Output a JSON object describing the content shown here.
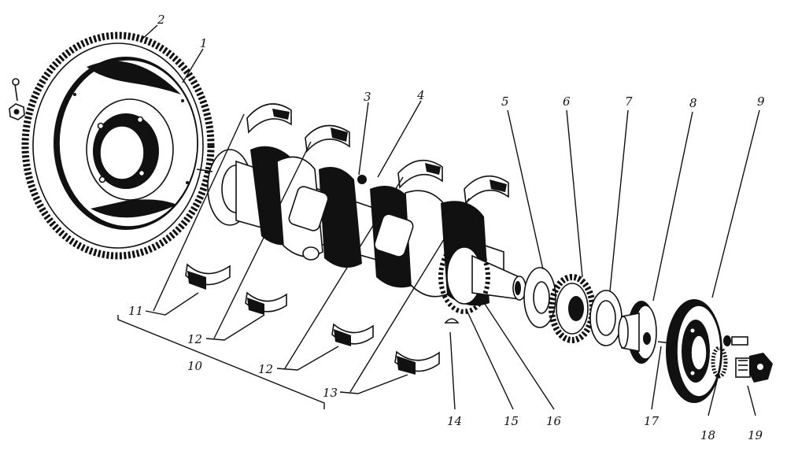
{
  "diagram": {
    "labels": {
      "l1": "1",
      "l2": "2",
      "l3": "3",
      "l4": "4",
      "l5": "5",
      "l6": "6",
      "l7": "7",
      "l8": "8",
      "l9": "9",
      "l10": "10",
      "l11": "11",
      "l12a": "12",
      "l12b": "12",
      "l13": "13",
      "l14": "14",
      "l15": "15",
      "l16": "16",
      "l17": "17",
      "l18": "18",
      "l19": "19"
    }
  }
}
